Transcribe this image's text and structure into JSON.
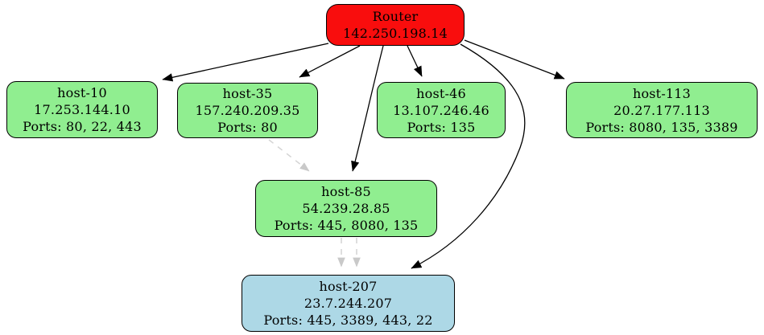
{
  "diagram_title": "network-topology-graph",
  "colors": {
    "router_fill": "#f90d0d",
    "host_fill": "#90ee90",
    "target_host_fill": "#add8e6",
    "node_border": "#000000",
    "solid_edge": "#000000",
    "dashed_edge": "#d4d4d4",
    "background": "#ffffff"
  },
  "nodes": [
    {
      "id": "router",
      "label": "Router",
      "ip": "142.250.198.14",
      "ports": ""
    },
    {
      "id": "host-10",
      "label": "host-10",
      "ip": "17.253.144.10",
      "ports": "Ports: 80, 22, 443"
    },
    {
      "id": "host-35",
      "label": "host-35",
      "ip": "157.240.209.35",
      "ports": "Ports: 80"
    },
    {
      "id": "host-46",
      "label": "host-46",
      "ip": "13.107.246.46",
      "ports": "Ports: 135"
    },
    {
      "id": "host-113",
      "label": "host-113",
      "ip": "20.27.177.113",
      "ports": "Ports: 8080, 135, 3389"
    },
    {
      "id": "host-85",
      "label": "host-85",
      "ip": "54.239.28.85",
      "ports": "Ports: 445, 8080, 135"
    },
    {
      "id": "host-207",
      "label": "host-207",
      "ip": "23.7.244.207",
      "ports": "Ports: 445, 3389, 443, 22"
    }
  ],
  "edges": [
    {
      "from": "Router",
      "to": "host-10",
      "style": "solid"
    },
    {
      "from": "Router",
      "to": "host-35",
      "style": "solid"
    },
    {
      "from": "Router",
      "to": "host-46",
      "style": "solid"
    },
    {
      "from": "Router",
      "to": "host-85",
      "style": "solid"
    },
    {
      "from": "Router",
      "to": "host-113",
      "style": "solid"
    },
    {
      "from": "Router",
      "to": "host-207",
      "style": "solid"
    },
    {
      "from": "host-35",
      "to": "host-85",
      "style": "dashed"
    },
    {
      "from": "host-85",
      "to": "host-207",
      "style": "dashed"
    },
    {
      "from": "host-85",
      "to": "host-207",
      "style": "dashed"
    }
  ]
}
